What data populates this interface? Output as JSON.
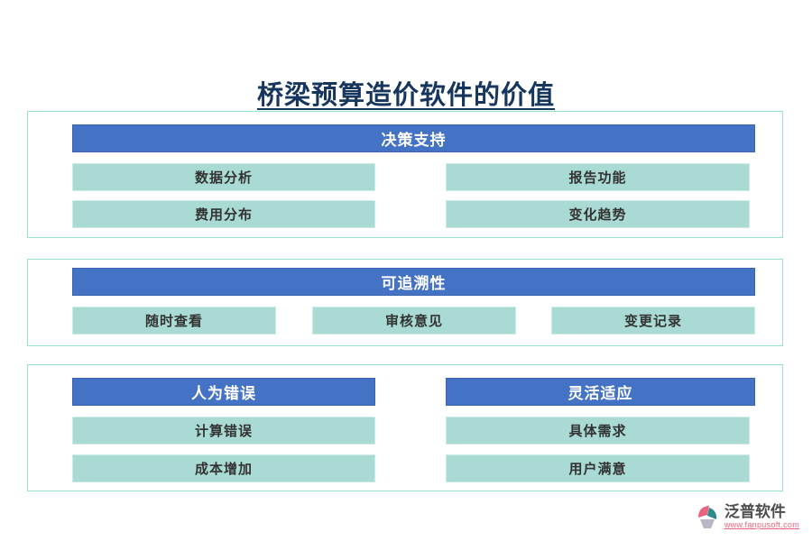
{
  "title": "桥梁预算造价软件的价值",
  "sections": {
    "decision": {
      "header": "决策支持",
      "items": [
        "数据分析",
        "报告功能",
        "费用分布",
        "变化趋势"
      ]
    },
    "trace": {
      "header": "可追溯性",
      "items": [
        "随时查看",
        "审核意见",
        "变更记录"
      ]
    },
    "error": {
      "header": "人为错误",
      "items": [
        "计算错误",
        "成本增加"
      ]
    },
    "flex": {
      "header": "灵活适应",
      "items": [
        "具体需求",
        "用户满意"
      ]
    }
  },
  "footer": {
    "brand": "泛普软件",
    "url": "www.fanpusoft.com"
  },
  "colors": {
    "header_bg": "#4472c4",
    "item_bg": "#a9dad3",
    "section_border": "#9ae2d0",
    "title_color": "#17365d",
    "url_color": "#e8647c"
  }
}
